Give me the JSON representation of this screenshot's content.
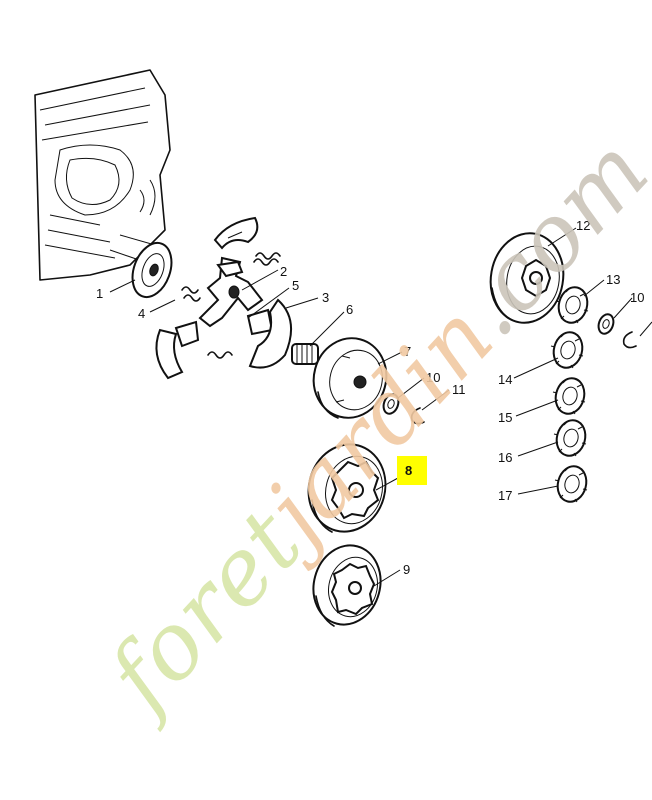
{
  "watermark": {
    "part1": "foret",
    "part2": "jardin",
    "part3": ".com",
    "color1": "#d8e6a8",
    "color2": "#f1c9a2",
    "color3": "#cbc5ba"
  },
  "highlight_color": "#ffff00",
  "callouts": [
    "1",
    "2",
    "3",
    "4",
    "5",
    "6",
    "7",
    "8",
    "9",
    "10",
    "11",
    "12",
    "13",
    "14",
    "15",
    "16",
    "17",
    "10"
  ],
  "highlighted_callout": "8"
}
